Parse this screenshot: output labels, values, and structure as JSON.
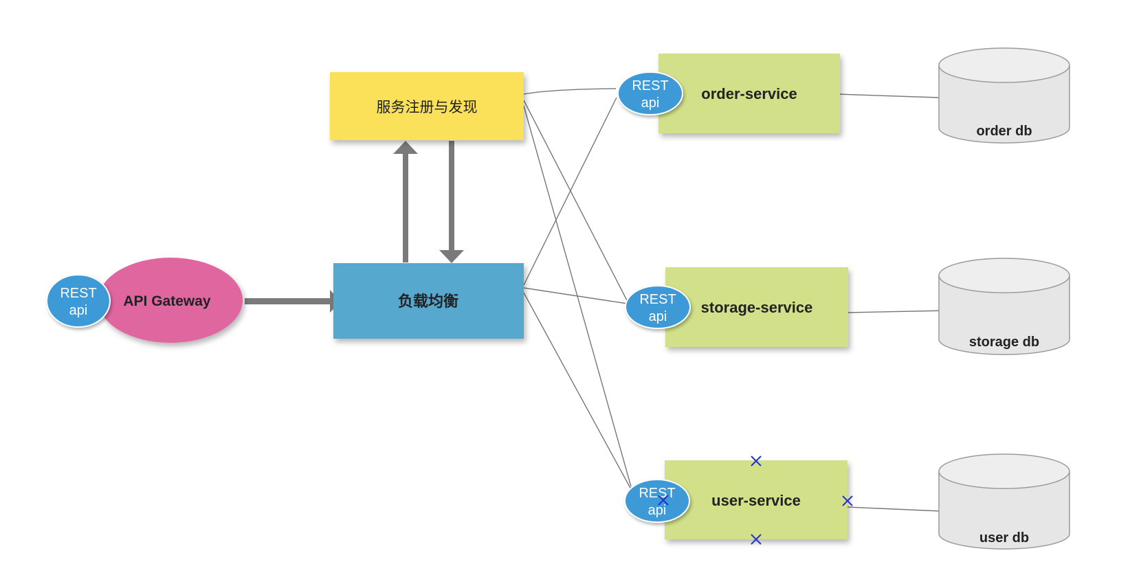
{
  "nodes": {
    "api_gateway": "API Gateway",
    "registry": "服务注册与发现",
    "load_balancer": "负载均衡",
    "order_service": "order-service",
    "storage_service": "storage-service",
    "user_service": "user-service"
  },
  "rest_badge": {
    "line1": "REST",
    "line2": "api"
  },
  "databases": {
    "order_db": "order db",
    "storage_db": "storage db",
    "user_db": "user db"
  },
  "colors": {
    "gateway": "#e066a0",
    "registry": "#fbe05a",
    "load_balancer": "#57a8ce",
    "service": "#d2e08a",
    "rest_badge": "#3d9ad6",
    "arrow": "#7a7a7a",
    "connector": "#777777",
    "db_fill": "#e6e6e6",
    "marker": "#2233cc"
  },
  "icons": {
    "db": "cylinder-icon",
    "rest": "ellipse-badge-icon",
    "marker": "x-marker-icon"
  }
}
